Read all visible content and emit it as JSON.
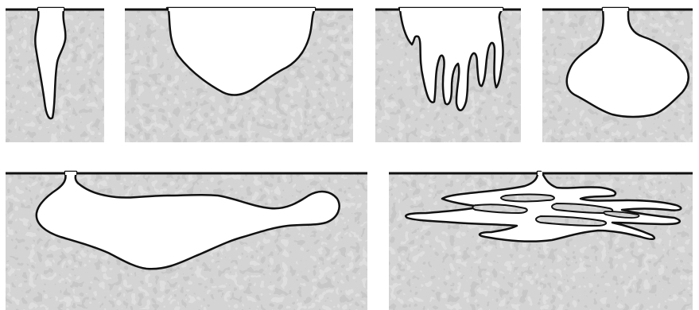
{
  "figure": {
    "panels": [
      {
        "id": "narrow-deep"
      },
      {
        "id": "wide-shallow"
      },
      {
        "id": "fingered"
      },
      {
        "id": "undercut"
      },
      {
        "id": "subsurface-elongated"
      },
      {
        "id": "layered-laminar"
      }
    ],
    "colors": {
      "background": "#ffffff",
      "metal_base": "#a3a3a3",
      "metal_light": "#d4d4d4",
      "metal_dark": "#8a8a8a",
      "surface_line": "#111111",
      "pit_outline": "#111111",
      "pit_fill": "#ffffff"
    }
  }
}
